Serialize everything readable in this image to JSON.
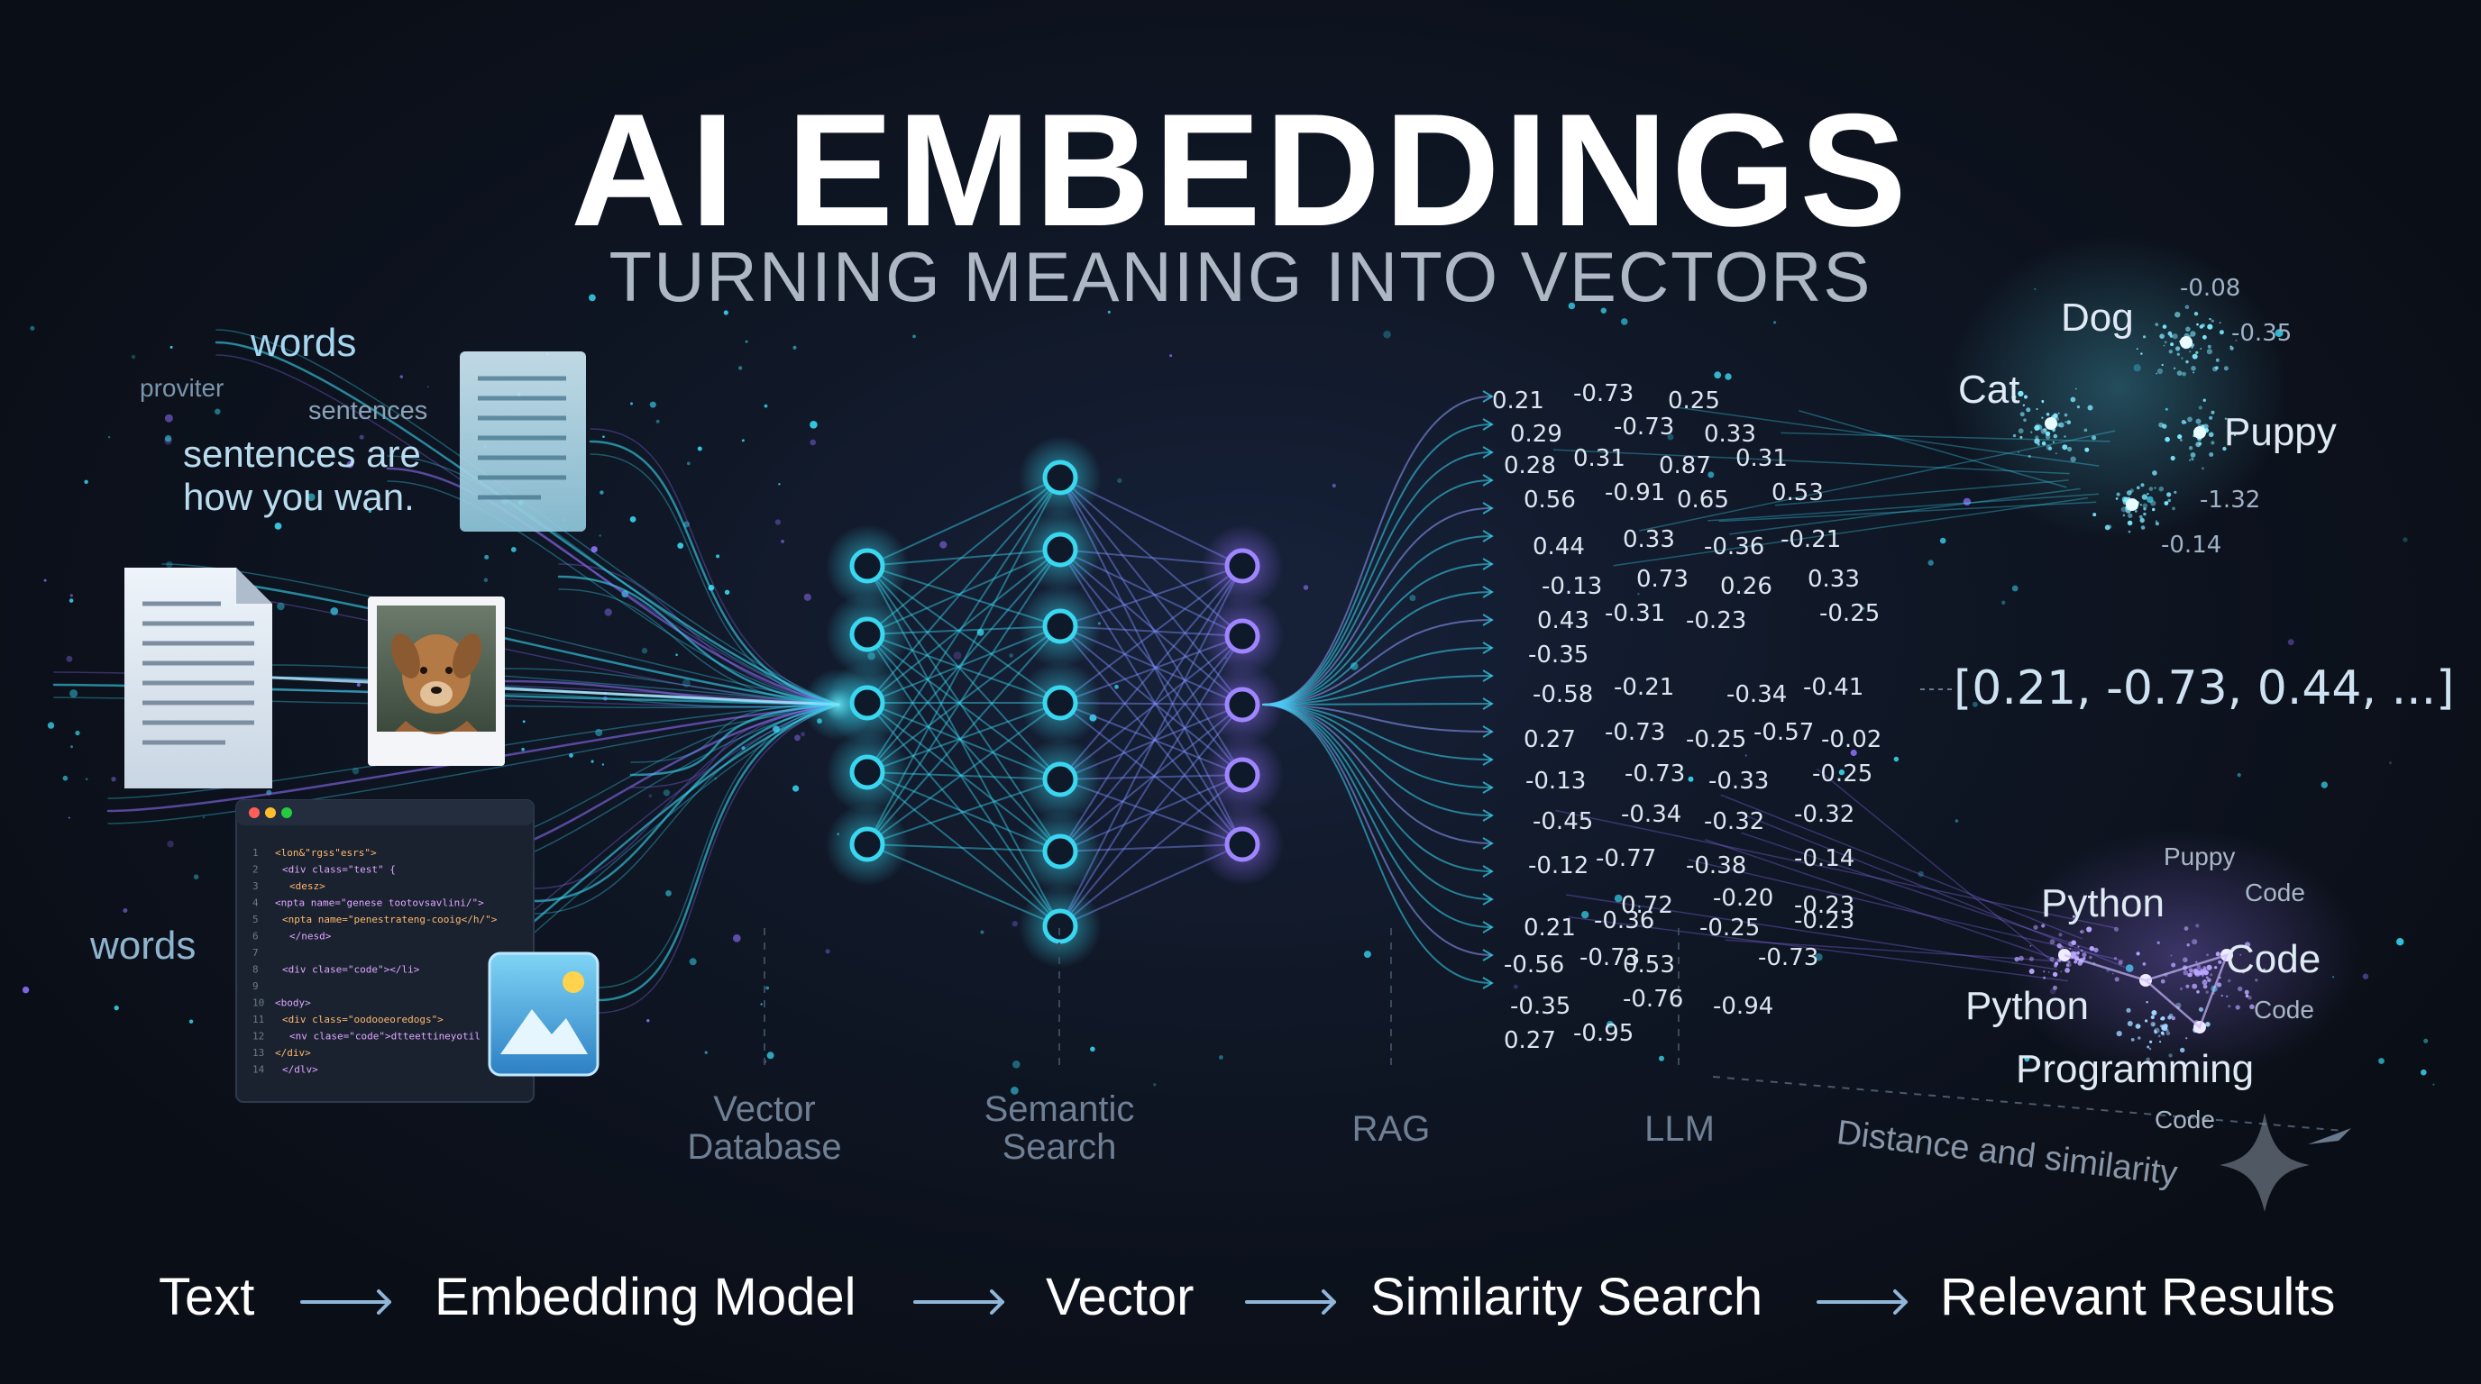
{
  "title": "AI EMBEDDINGS",
  "subtitle": "TURNING MEANING INTO VECTORS",
  "input_words": {
    "words_top": "words",
    "proviter": "proviter",
    "sentences": "sentences",
    "sentence_line1": "sentences are",
    "sentence_line2": "how you wan.",
    "words_bottom": "words"
  },
  "code_lines": [
    "<lon&\"rgss\"esrs\">",
    "<div class=\"test\" {",
    "<desz>",
    "<npta name=\"genese tootovsavlini/\">",
    "<npta name=\"penestrateng-cooig</h/\">",
    "</nesd>",
    "",
    "<div clase=\"code\"></li>",
    "",
    "<body>",
    "<div class=\"oodooeoredogs\">",
    "<nv clase=\"code\">dtteettineyotil",
    "</div>",
    "</dlv>"
  ],
  "code_line_numbers": [
    "1",
    "2",
    "3",
    "4",
    "5",
    "6",
    "7",
    "8",
    "9",
    "10",
    "11",
    "12",
    "13",
    "14"
  ],
  "embedding_numbers": [
    "0.21",
    "-0.73",
    "0.25",
    "0.29",
    "-0.73",
    "0.33",
    "0.28",
    "0.31",
    "0.87",
    "0.31",
    "0.56",
    "-0.91",
    "0.65",
    "0.53",
    "0.44",
    "0.33",
    "-0.36",
    "-0.21",
    "-0.13",
    "0.73",
    "0.26",
    "0.33",
    "0.43",
    "-0.31",
    "-0.23",
    "-0.25",
    "-0.35",
    "-0.58",
    "-0.21",
    "-0.34",
    "-0.41",
    "0.27",
    "-0.73",
    "-0.25",
    "-0.57",
    "-0.02",
    "-0.13",
    "-0.73",
    "-0.33",
    "-0.25",
    "-0.45",
    "-0.34",
    "-0.32",
    "-0.32",
    "-0.12",
    "-0.77",
    "-0.38",
    "-0.14",
    "0.72",
    "-0.20",
    "-0.23",
    "0.21",
    "-0.36",
    "-0.25",
    "-0.23",
    "-0.56",
    "-0.73",
    "0.53",
    "-0.73",
    "-0.35",
    "-0.76",
    "-0.94",
    "0.27",
    "-0.95"
  ],
  "vector_readout": "[0.21, -0.73, 0.44, ...]",
  "cluster_animals": {
    "labels": [
      "Dog",
      "Cat",
      "Puppy"
    ],
    "values": [
      "-0.08",
      "-0.35",
      "-1.32",
      "-0.14"
    ]
  },
  "cluster_code": {
    "labels": [
      "Python",
      "Code",
      "Python",
      "Programming"
    ],
    "small_labels": [
      "Puppy",
      "Code",
      "Code",
      "Code"
    ]
  },
  "stage_labels": {
    "vector_db_1": "Vector",
    "vector_db_2": "Database",
    "semantic_1": "Semantic",
    "semantic_2": "Search",
    "rag": "RAG",
    "llm": "LLM",
    "distance": "Distance and similarity"
  },
  "pipeline": [
    "Text",
    "Embedding Model",
    "Vector",
    "Similarity Search",
    "Relevant Results"
  ],
  "colors": {
    "cyan": "#39d7f0",
    "violet": "#8a6cf2",
    "blue": "#5aa4ff",
    "background": "#0b1018"
  }
}
